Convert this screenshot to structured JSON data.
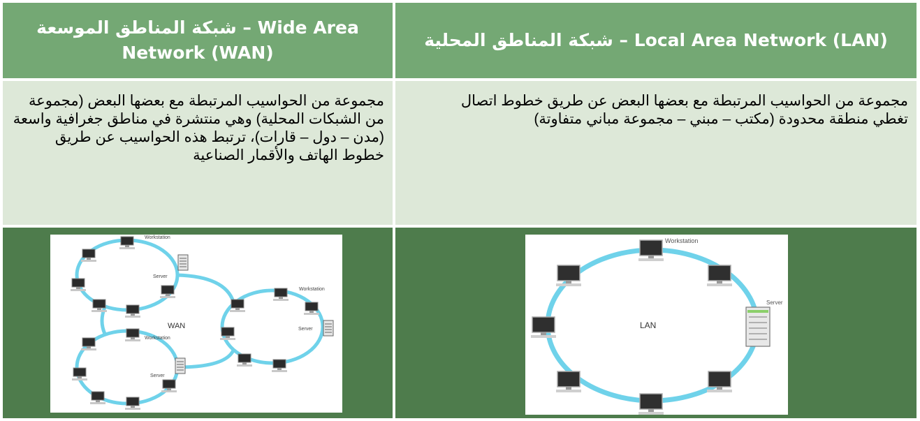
{
  "lan": {
    "header": "Local Area Network (LAN) – شبكة المناطق المحلية",
    "description_1": "مجموعة من الحواسيب المرتبطة مع بعضها البعض عن طريق خطوط اتصال",
    "description_2": "تغطي منطقة محدودة (مكتب – مبني – مجموعة مباني متفاوتة)",
    "diagram": {
      "center_label": "LAN",
      "workstation_label": "Workstation",
      "server_label": "Server"
    }
  },
  "wan": {
    "header": "Wide Area – شبكة المناطق الموسعة Network (WAN)",
    "description": "مجموعة من الحواسيب المرتبطة مع بعضها البعض (مجموعة من الشبكات المحلية) وهي منتشرة في مناطق جغرافية واسعة (مدن – دول – قارات)، ترتبط هذه الحواسيب عن طريق خطوط الهاتف والأقمار الصناعية",
    "diagram": {
      "center_label": "WAN",
      "workstation_label": "Workstation",
      "server_label": "Server"
    }
  },
  "colors": {
    "header_bg": "#74a874",
    "body_bg": "#dde8d8",
    "image_row_bg": "#4e7c4c",
    "ring_color": "#6fd2ea"
  }
}
